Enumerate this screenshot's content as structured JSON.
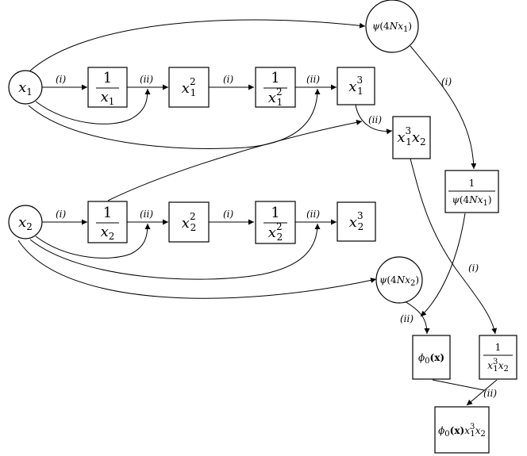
{
  "nodes": {
    "x1": {
      "var": "x",
      "sub": "1"
    },
    "x2": {
      "var": "x",
      "sub": "2"
    },
    "inv_x1": {
      "num": "1",
      "var": "x",
      "sub": "1"
    },
    "x1_sq": {
      "var": "x",
      "sub": "1",
      "sup": "2"
    },
    "inv_x1_sq": {
      "num": "1",
      "var": "x",
      "sub": "1",
      "sup": "2"
    },
    "x1_cube": {
      "var": "x",
      "sub": "1",
      "sup": "3"
    },
    "x1cube_x2": {
      "var": "x",
      "sub1": "1",
      "sup1": "3",
      "var2": "x",
      "sub2": "2"
    },
    "inv_x2": {
      "num": "1",
      "var": "x",
      "sub": "2"
    },
    "x2_sq": {
      "var": "x",
      "sub": "2",
      "sup": "2"
    },
    "inv_x2_sq": {
      "num": "1",
      "var": "x",
      "sub": "2",
      "sup": "2"
    },
    "x2_cube": {
      "var": "x",
      "sub": "2",
      "sup": "3"
    },
    "psi1": {
      "psi": "ψ",
      "open": "(4",
      "N": "N",
      "x": "x",
      "sub": "1",
      "close": ")"
    },
    "psi2": {
      "psi": "ψ",
      "open": "(4",
      "N": "N",
      "x": "x",
      "sub": "2",
      "close": ")"
    },
    "inv_psi1": {
      "num": "1",
      "psi": "ψ",
      "open": "(4",
      "N": "N",
      "x": "x",
      "sub": "1",
      "close": ")"
    },
    "phi0": {
      "phi": "ϕ",
      "sub": "0",
      "arg": "(x)"
    },
    "inv_x1cube_x2": {
      "num": "1",
      "var": "x",
      "sub1": "1",
      "sup1": "3",
      "var2": "x",
      "sub2": "2"
    },
    "result": {
      "phi": "ϕ",
      "sub": "0",
      "arg": "(x)",
      "var": "x",
      "sub1": "1",
      "sup1": "3",
      "var2": "x",
      "sub2": "2"
    }
  },
  "edge_labels": {
    "i": "(i)",
    "ii": "(ii)"
  }
}
